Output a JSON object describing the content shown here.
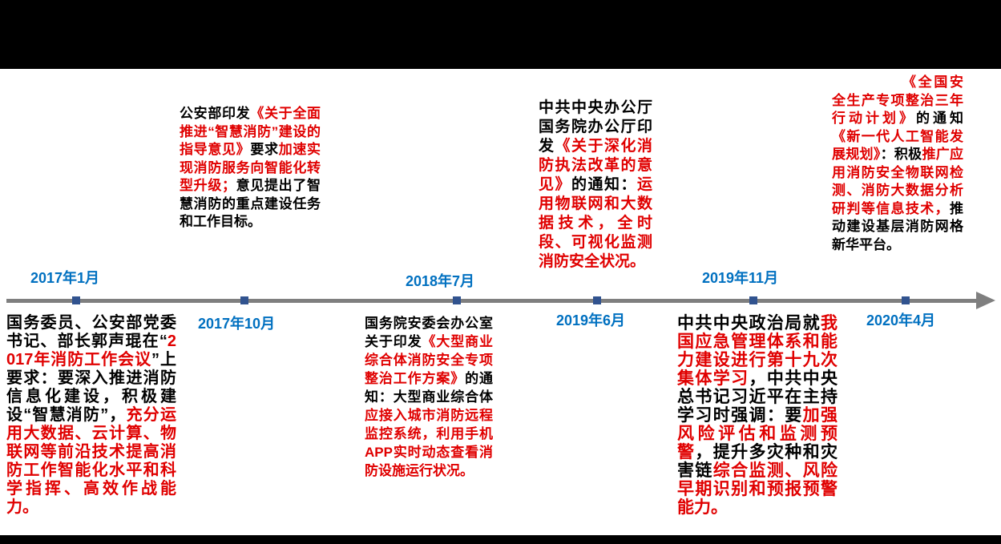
{
  "palette": {
    "background": "#000000",
    "slide_background": "#ffffff",
    "timeline_line": "#7f7f7f",
    "marker": "#31538f",
    "date_text": "#0070c0",
    "highlight_text": "#e00000",
    "body_text": "#000000"
  },
  "timeline": {
    "type": "timeline",
    "events": [
      {
        "date": "2017年1月",
        "date_label_position": "above",
        "text_position": "below",
        "segments": [
          {
            "style": "black",
            "text": "国务委员、公安部党委书记、部长郭声琨在“"
          },
          {
            "style": "red",
            "text": "2017年消防工作会议"
          },
          {
            "style": "black",
            "text": "”上要求：要深入推进消防信息化建设，积极建设“智慧消防”，"
          },
          {
            "style": "red",
            "text": "充分运用大数据、云计算、物联网等前沿技术提高消防工作智能化水平和科学指挥、高效作战能力。"
          }
        ]
      },
      {
        "date": "2017年10月",
        "date_label_position": "below",
        "text_position": "above",
        "segments": [
          {
            "style": "black",
            "text": "公安部印发"
          },
          {
            "style": "red",
            "text": "《关于全面推进“智慧消防”建设的指导意见》"
          },
          {
            "style": "black",
            "text": "要求"
          },
          {
            "style": "red",
            "text": "加速实现消防服务向智能化转型升级；"
          },
          {
            "style": "black",
            "text": "意见提出了智慧消防的重点建设任务和工作目标。"
          }
        ]
      },
      {
        "date": "2018年7月",
        "date_label_position": "above",
        "text_position": "below",
        "segments": [
          {
            "style": "black",
            "text": "国务院安委会办公室关于印发"
          },
          {
            "style": "red",
            "text": "《大型商业综合体消防安全专项整治工作方案》"
          },
          {
            "style": "black",
            "text": "的通知：大型商业综合体"
          },
          {
            "style": "red",
            "text": "应接入城市消防远程监控系统，利用手机APP实时动态查看消防设施运行状况。"
          }
        ]
      },
      {
        "date": "2019年6月",
        "date_label_position": "below",
        "text_position": "above",
        "segments": [
          {
            "style": "black",
            "text": "中共中央办公厅国务院办公厅印发"
          },
          {
            "style": "red",
            "text": "《关于深化消防执法改革的意见》"
          },
          {
            "style": "black",
            "text": "的通知："
          },
          {
            "style": "red",
            "text": "运用物联网和大数据技术，全时段、可视化监测消防安全状况。"
          }
        ]
      },
      {
        "date": "2019年11月",
        "date_label_position": "above",
        "text_position": "below",
        "segments": [
          {
            "style": "black",
            "text": "中共中央政治局就"
          },
          {
            "style": "red",
            "text": "我国应急管理体系和能力建设进行第十九次集体学习"
          },
          {
            "style": "black",
            "text": "，中共中央总书记习近平在主持学习时强调：要"
          },
          {
            "style": "red",
            "text": "加强风险评估和监测预警"
          },
          {
            "style": "black",
            "text": "，提升多灾种和灾害链"
          },
          {
            "style": "red",
            "text": "综合监测、风险早期识别和预报预警能力。"
          }
        ]
      },
      {
        "date": "2020年4月",
        "date_label_position": "below",
        "text_position": "above",
        "segments": [
          {
            "style": "red",
            "text": "《全国安全生产专项整治三年行动计划》"
          },
          {
            "style": "black",
            "text": "的通知"
          },
          {
            "style": "red",
            "text": "《新一代人工智能发展规划》"
          },
          {
            "style": "black",
            "text": "：积极"
          },
          {
            "style": "red",
            "text": "推广应用消防安全物联网检测、消防大数据分析研判等信息技术，"
          },
          {
            "style": "black",
            "text": "推动建设基层消防网格新华平台。"
          }
        ]
      }
    ]
  }
}
